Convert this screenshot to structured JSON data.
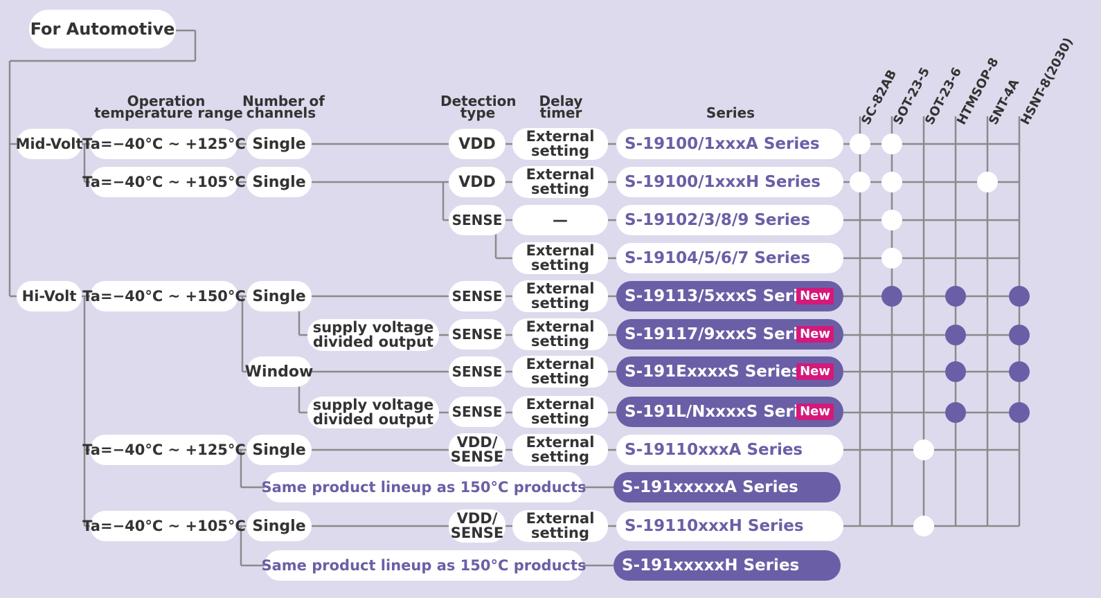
{
  "root": "For Automotive",
  "headers": {
    "op_temp": "Operation\ntemperature range",
    "channels": "Number of\nchannels",
    "detection": "Detection\ntype",
    "delay": "Delay\ntimer",
    "series": "Series"
  },
  "packages": [
    "SC-82AB",
    "SOT-23-5",
    "SOT-23-6",
    "HTMSOP-8",
    "SNT-4A",
    "HSNT-8(2030)"
  ],
  "groups": [
    "Mid-Volt",
    "Hi-Volt"
  ],
  "temps": [
    "Ta=−40°C ~ +125°C",
    "Ta=−40°C ~ +105°C",
    "Ta=−40°C ~ +150°C",
    "Ta=−40°C ~ +125°C",
    "Ta=−40°C ~ +105°C"
  ],
  "channels": [
    "Single",
    "Single",
    "Single",
    "Window",
    "Single",
    "Single"
  ],
  "divided": [
    "supply voltage divided output",
    "supply voltage divided output"
  ],
  "same_lineup": [
    "Same product lineup as 150°C products",
    "Same product lineup as 150°C products"
  ],
  "detection": [
    "VDD",
    "VDD",
    "SENSE",
    "SENSE",
    "SENSE",
    "SENSE",
    "SENSE",
    "VDD/ SENSE",
    "VDD/ SENSE"
  ],
  "delay": [
    "External setting",
    "External setting",
    "—",
    "External setting",
    "External setting",
    "External setting",
    "External setting",
    "External setting",
    "External setting",
    "External setting"
  ],
  "new_badge": "New",
  "series": [
    {
      "name": "S-19100/1xxxA Series",
      "style": "light",
      "new": false,
      "packages": [
        "SC-82AB",
        "SOT-23-5"
      ]
    },
    {
      "name": "S-19100/1xxxH Series",
      "style": "light",
      "new": false,
      "packages": [
        "SC-82AB",
        "SOT-23-5",
        "SNT-4A"
      ]
    },
    {
      "name": "S-19102/3/8/9 Series",
      "style": "light",
      "new": false,
      "packages": [
        "SOT-23-5"
      ]
    },
    {
      "name": "S-19104/5/6/7 Series",
      "style": "light",
      "new": false,
      "packages": [
        "SOT-23-5"
      ]
    },
    {
      "name": "S-19113/5xxxS Series",
      "style": "dark",
      "new": true,
      "packages": [
        "SOT-23-5",
        "HTMSOP-8",
        "HSNT-8(2030)"
      ]
    },
    {
      "name": "S-19117/9xxxS Series",
      "style": "dark",
      "new": true,
      "packages": [
        "HTMSOP-8",
        "HSNT-8(2030)"
      ]
    },
    {
      "name": "S-191ExxxxS Series",
      "style": "dark",
      "new": true,
      "packages": [
        "HTMSOP-8",
        "HSNT-8(2030)"
      ]
    },
    {
      "name": "S-191L/NxxxxS Series",
      "style": "dark",
      "new": true,
      "packages": [
        "HTMSOP-8",
        "HSNT-8(2030)"
      ]
    },
    {
      "name": "S-19110xxxA Series",
      "style": "light",
      "new": false,
      "packages": [
        "SOT-23-6"
      ]
    },
    {
      "name": "S-191xxxxxA Series",
      "style": "dark",
      "new": false,
      "packages": []
    },
    {
      "name": "S-19110xxxH Series",
      "style": "light",
      "new": false,
      "packages": [
        "SOT-23-6"
      ]
    },
    {
      "name": "S-191xxxxxH Series",
      "style": "dark",
      "new": false,
      "packages": []
    }
  ],
  "colors": {
    "background": "#dcdaec",
    "accent": "#6a5fa6",
    "line": "#8a8a8a",
    "new_badge": "#d4197a"
  }
}
